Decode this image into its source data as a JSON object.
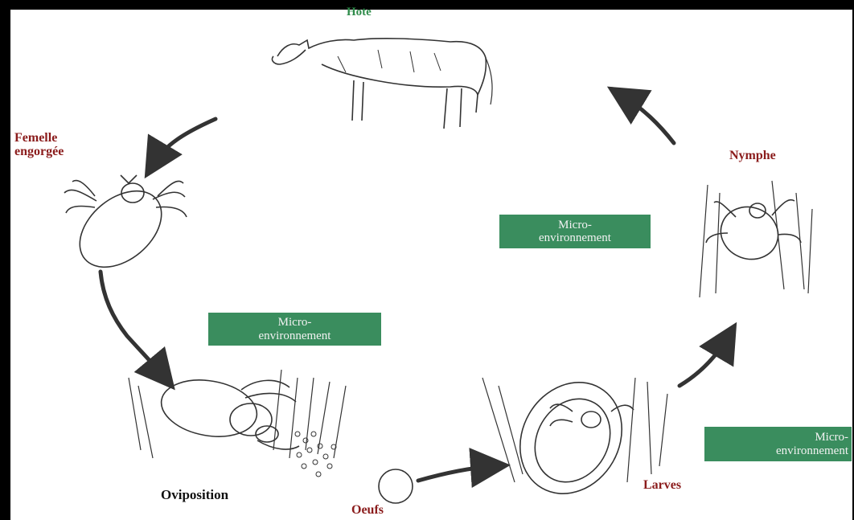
{
  "labels": {
    "hote": "Hote",
    "femelle_line1": "Femelle",
    "femelle_line2": "engorgée",
    "nymphe": "Nymphe",
    "oviposition": "Oviposition",
    "oeufs": "Oeufs",
    "larves": "Larves"
  },
  "micro_boxes": [
    {
      "line1": "Micro-",
      "line2": "environnement"
    },
    {
      "line1": "Micro-",
      "line2": "environnement"
    },
    {
      "line1": "Micro-",
      "line2": "environnement"
    }
  ],
  "colors": {
    "stage_label": "#8b1c1c",
    "host_label": "#2e8b4a",
    "box_fill": "#3a8d5e",
    "arrow": "#333333"
  }
}
